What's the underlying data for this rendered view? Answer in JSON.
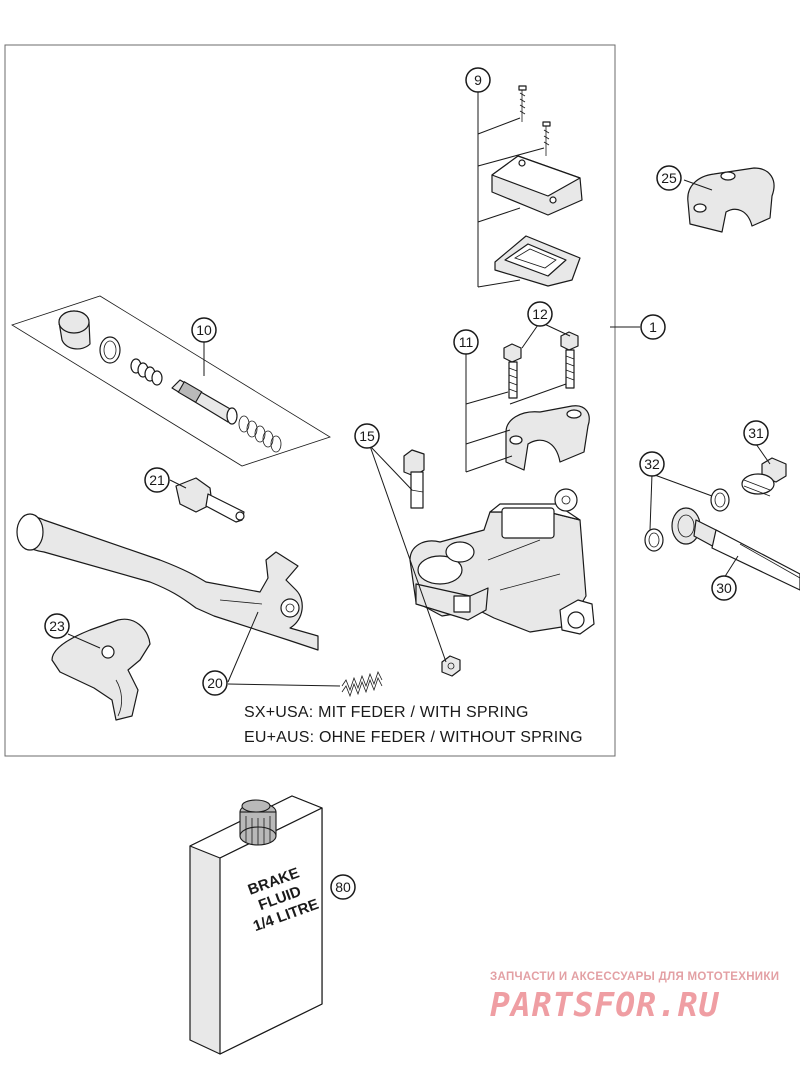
{
  "callouts": {
    "c1": "1",
    "c9": "9",
    "c10": "10",
    "c11": "11",
    "c12": "12",
    "c15": "15",
    "c20": "20",
    "c21": "21",
    "c23": "23",
    "c25": "25",
    "c30": "30",
    "c31": "31",
    "c32": "32",
    "c80": "80"
  },
  "notes": {
    "line1": "SX+USA:  MIT FEDER / WITH SPRING",
    "line2": "EU+AUS:  OHNE FEDER / WITHOUT SPRING"
  },
  "bottle": {
    "line1": "BRAKE",
    "line2": "FLUID",
    "line3": "1/4 LITRE"
  },
  "watermark": {
    "tagline": "ЗАПЧАСТИ И АКСЕССУАРЫ ДЛЯ МОТОТЕХНИКИ",
    "logo": "PARTSFOR.RU"
  }
}
